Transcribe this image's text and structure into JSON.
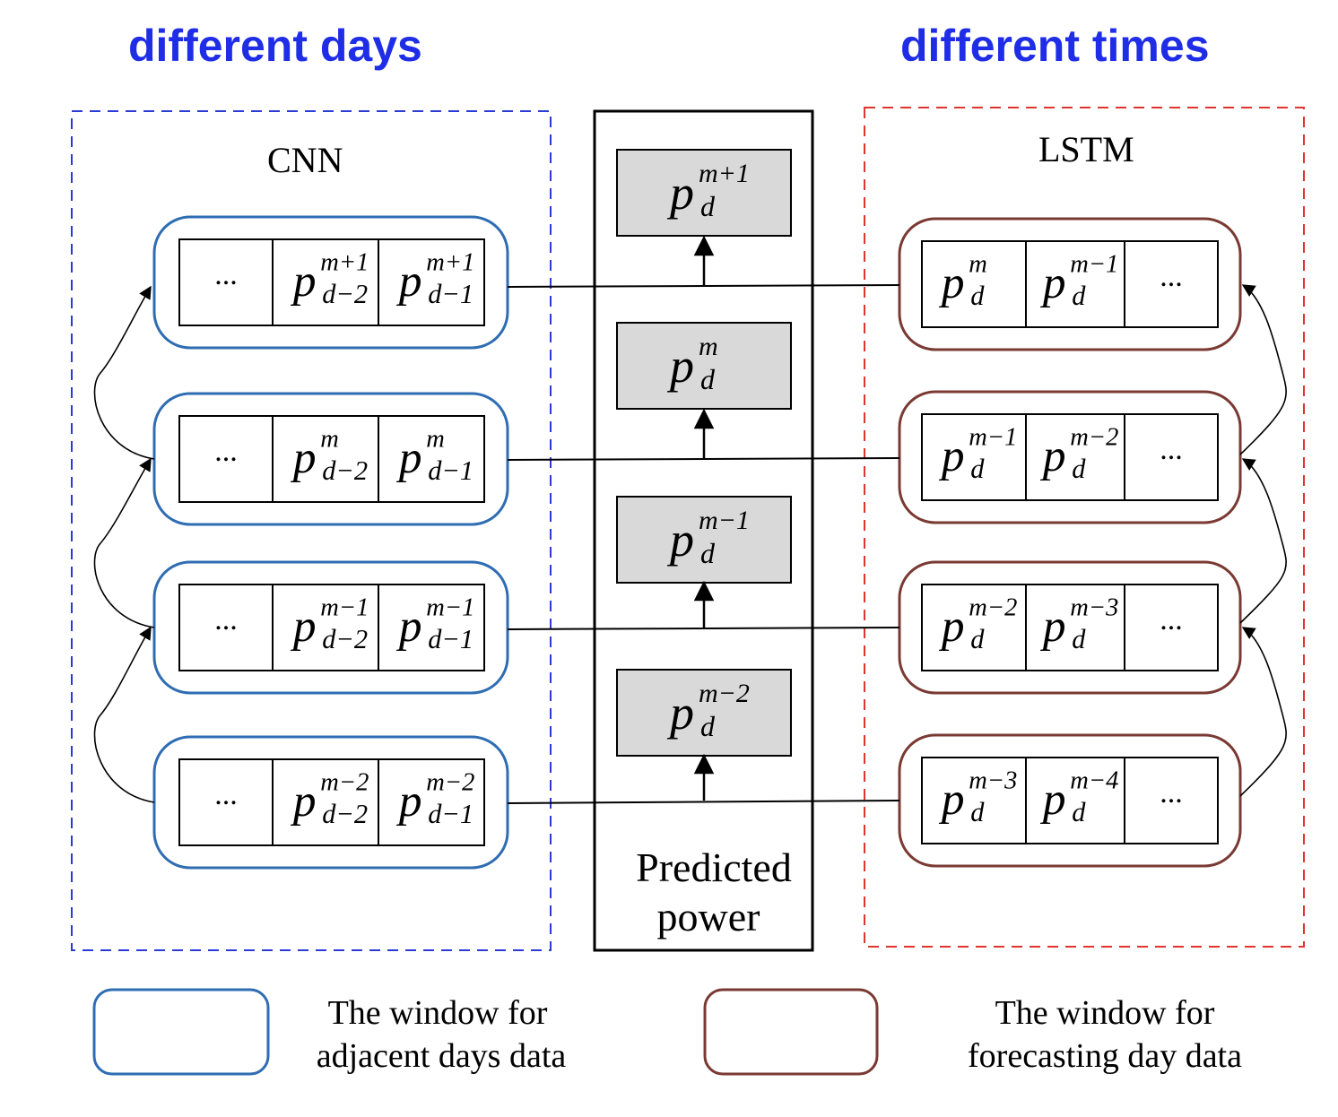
{
  "titles": {
    "left": "different days",
    "right": "different times"
  },
  "colors": {
    "title": "#1f2ee6",
    "cnn_frame": "#2b3bd6",
    "lstm_frame": "#e0342e",
    "cnn_window": "#2f6db3",
    "lstm_window": "#7a3a33",
    "predicted_fill": "#d9d9d9"
  },
  "cnn": {
    "label": "CNN",
    "windows": [
      {
        "cells": [
          {
            "type": "dots",
            "text": "..."
          },
          {
            "type": "p",
            "base": "p",
            "sup": "m+1",
            "sub": "d−2"
          },
          {
            "type": "p",
            "base": "p",
            "sup": "m+1",
            "sub": "d−1"
          }
        ]
      },
      {
        "cells": [
          {
            "type": "dots",
            "text": "..."
          },
          {
            "type": "p",
            "base": "p",
            "sup": "m",
            "sub": "d−2"
          },
          {
            "type": "p",
            "base": "p",
            "sup": "m",
            "sub": "d−1"
          }
        ]
      },
      {
        "cells": [
          {
            "type": "dots",
            "text": "..."
          },
          {
            "type": "p",
            "base": "p",
            "sup": "m−1",
            "sub": "d−2"
          },
          {
            "type": "p",
            "base": "p",
            "sup": "m−1",
            "sub": "d−1"
          }
        ]
      },
      {
        "cells": [
          {
            "type": "dots",
            "text": "..."
          },
          {
            "type": "p",
            "base": "p",
            "sup": "m−2",
            "sub": "d−2"
          },
          {
            "type": "p",
            "base": "p",
            "sup": "m−2",
            "sub": "d−1"
          }
        ]
      }
    ]
  },
  "lstm": {
    "label": "LSTM",
    "windows": [
      {
        "cells": [
          {
            "type": "p",
            "base": "p",
            "sup": "m",
            "sub": "d"
          },
          {
            "type": "p",
            "base": "p",
            "sup": "m−1",
            "sub": "d"
          },
          {
            "type": "dots",
            "text": "..."
          }
        ]
      },
      {
        "cells": [
          {
            "type": "p",
            "base": "p",
            "sup": "m−1",
            "sub": "d"
          },
          {
            "type": "p",
            "base": "p",
            "sup": "m−2",
            "sub": "d"
          },
          {
            "type": "dots",
            "text": "..."
          }
        ]
      },
      {
        "cells": [
          {
            "type": "p",
            "base": "p",
            "sup": "m−2",
            "sub": "d"
          },
          {
            "type": "p",
            "base": "p",
            "sup": "m−3",
            "sub": "d"
          },
          {
            "type": "dots",
            "text": "..."
          }
        ]
      },
      {
        "cells": [
          {
            "type": "p",
            "base": "p",
            "sup": "m−3",
            "sub": "d"
          },
          {
            "type": "p",
            "base": "p",
            "sup": "m−4",
            "sub": "d"
          },
          {
            "type": "dots",
            "text": "..."
          }
        ]
      }
    ]
  },
  "predicted": {
    "label_line1": "Predicted",
    "label_line2": "power",
    "boxes": [
      {
        "base": "p",
        "sup": "m+1",
        "sub": "d"
      },
      {
        "base": "p",
        "sup": "m",
        "sub": "d"
      },
      {
        "base": "p",
        "sup": "m−1",
        "sub": "d"
      },
      {
        "base": "p",
        "sup": "m−2",
        "sub": "d"
      }
    ]
  },
  "legend": {
    "cnn_line1": "The window for",
    "cnn_line2": "adjacent days data",
    "lstm_line1": "The window for",
    "lstm_line2": "forecasting day  data"
  }
}
